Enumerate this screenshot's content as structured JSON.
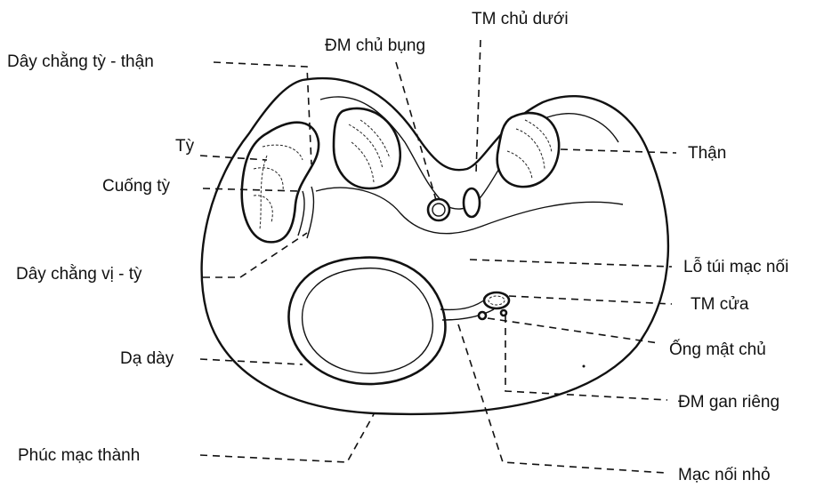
{
  "labels": {
    "tm_chu_duoi": "TM chủ dưới",
    "dm_chu_bung": "ĐM chủ bụng",
    "day_chang_ty_than": "Dây chằng tỳ - thận",
    "ty": "Tỳ",
    "cuong_ty": "Cuống tỳ",
    "than": "Thận",
    "day_chang_vi_ty": "Dây chằng vị - tỳ",
    "lo_tui_mac_noi": "Lỗ túi mạc nối",
    "tm_cua": "TM cửa",
    "ong_mat_chu": "Ống mật chủ",
    "da_day": "Dạ dày",
    "dm_gan_rieng": "ĐM gan riêng",
    "phuc_mac_thanh": "Phúc mạc thành",
    "mac_noi_nho": "Mạc nối nhỏ"
  }
}
